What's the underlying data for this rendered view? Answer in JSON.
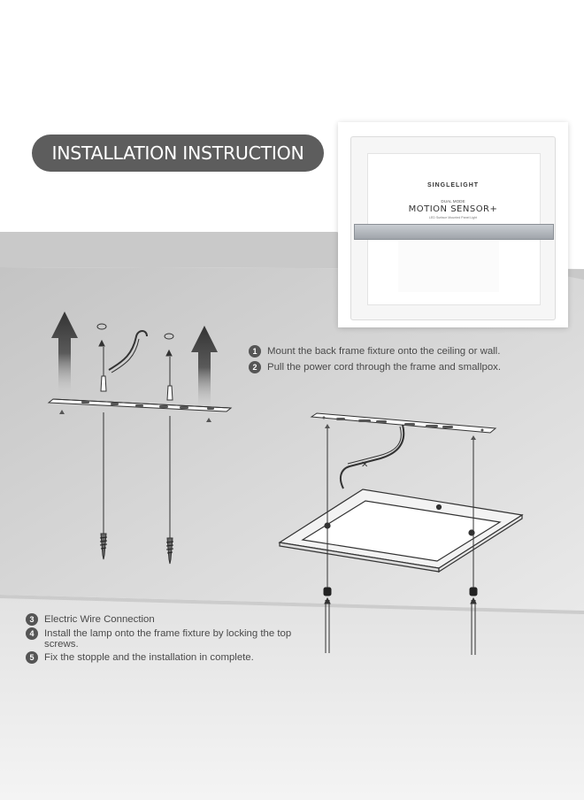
{
  "title": "INSTALLATION INSTRUCTION",
  "photo": {
    "brand": "SINGLELIGHT",
    "mode": "DUAL MODE",
    "product": "MOTION SENSOR+",
    "description": "LED Surface Mounted Panel Light"
  },
  "steps_top": [
    {
      "num": "1",
      "text": "Mount the back frame fixture onto the ceiling or wall."
    },
    {
      "num": "2",
      "text": "Pull the power cord through the frame and smallpox."
    }
  ],
  "steps_bottom": [
    {
      "num": "3",
      "text": "Electric Wire Connection"
    },
    {
      "num": "4",
      "text": "Install the lamp onto the frame fixture by locking the top screws."
    },
    {
      "num": "5",
      "text": "Fix the stopple and the installation in complete."
    }
  ],
  "colors": {
    "pill": "#5d5d5d",
    "ceiling": "#d2d2d2",
    "step_badge": "#555555",
    "text": "#4a4a4a"
  }
}
